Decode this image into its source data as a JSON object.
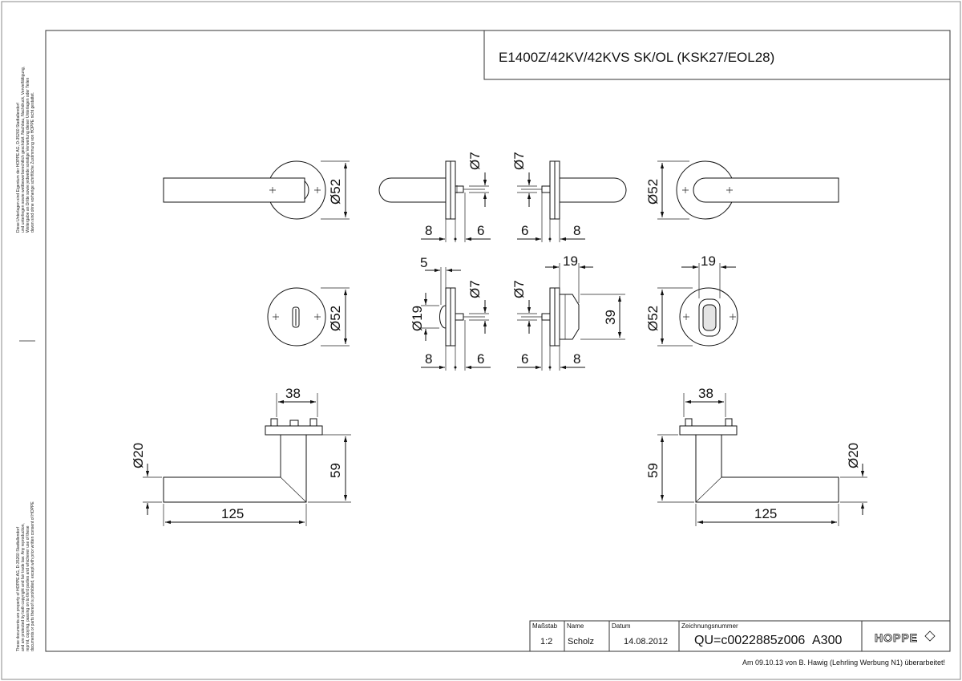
{
  "title": "E1400Z/42KV/42KVS  SK/OL  (KSK27/EOL28)",
  "legal_de": [
    "Diese Unterlagen sind Eigentum der  HOPPE AG, D-35260 Stadtallendorf",
    "und unterliegen sowie wettbewerbsrechtlich geschützt. Nachbau, Nachdruck, Vervielfältigung,",
    "Weitergabe an Dritte sowie jedwede sonstige Verwertung dieser Unterlagen oder Teilen",
    "davon sind ohne vorherige schriftliche Zustimmung von HOPPE nicht gestattet."
  ],
  "legal_en": [
    "These documents are property of HOPPE AG, D-35260 Stadtallendorf",
    "and are protected by both copyright and fair trade law. Any reproduction,",
    "reprint, copying, passing on to third parties and whichever use of these",
    "documents or parts thereof is prohibited, except with prior written consent of HOPPE"
  ],
  "dimensions": {
    "rose_dia": "Ø52",
    "spindle_dia": "Ø7",
    "left_8": "8",
    "right_6": "6",
    "five": "5",
    "nineteen": "19",
    "knob_dia": "Ø19",
    "thirty_nine": "39",
    "thirty_eight": "38",
    "fifty_nine": "59",
    "lever_dia": "Ø20",
    "lever_len": "125"
  },
  "title_block": {
    "scale_label": "Maßstab",
    "scale_value": "1:2",
    "name_label": "Name",
    "name_value": "Scholz",
    "date_label": "Datum",
    "date_value": "14.08.2012",
    "drawing_no_label": "Zeichnungsnummer",
    "drawing_no_value": "QU=c0022885z006",
    "format_value": "A300",
    "logo_text": "HOPPE"
  },
  "footer_note": "Am 09.10.13 von B. Hawig (Lehrling Werbung N1) überarbeitet!"
}
